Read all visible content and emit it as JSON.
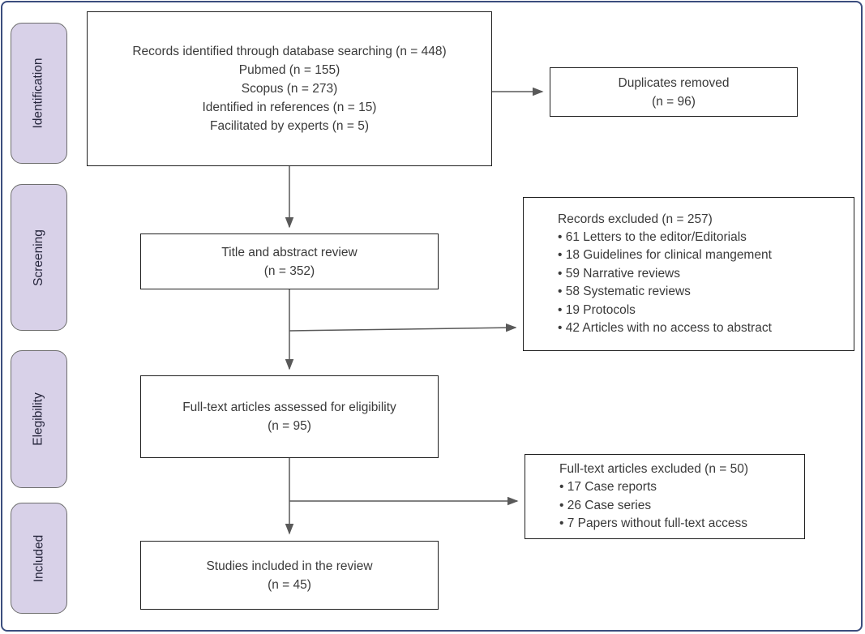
{
  "colors": {
    "frame_border": "#3b4d7e",
    "stage_fill": "#d8d1e8",
    "stage_border": "#6e6e6e",
    "box_border": "#1f1f1f",
    "arrow": "#595959",
    "text": "#3a3a3a",
    "stage_text": "#26263c"
  },
  "stages": [
    {
      "label": "Identification"
    },
    {
      "label": "Screening"
    },
    {
      "label": "Elegibility"
    },
    {
      "label": "Included"
    }
  ],
  "boxes": {
    "identification": {
      "lines": [
        "Records identified through database searching (n = 448)",
        "Pubmed (n = 155)",
        "Scopus (n = 273)",
        "Identified in references (n = 15)",
        "Facilitated by experts (n = 5)"
      ]
    },
    "duplicates": {
      "lines": [
        "Duplicates removed",
        "(n = 96)"
      ]
    },
    "title_abstract": {
      "lines": [
        "Title and abstract review",
        "(n = 352)"
      ]
    },
    "records_excluded": {
      "title": "Records excluded (n = 257)",
      "bullets": [
        "61 Letters to the editor/Editorials",
        "18 Guidelines for clinical mangement",
        "59 Narrative reviews",
        "58 Systematic reviews",
        "19 Protocols",
        "42 Articles with no access to abstract"
      ]
    },
    "fulltext_assessed": {
      "lines": [
        "Full-text articles assessed for eligibility",
        "(n = 95)"
      ]
    },
    "fulltext_excluded": {
      "title": "Full-text articles excluded (n = 50)",
      "bullets": [
        "17 Case reports",
        "26 Case series",
        "7 Papers without full-text access"
      ]
    },
    "included": {
      "lines": [
        "Studies included in the review",
        "(n = 45)"
      ]
    }
  }
}
